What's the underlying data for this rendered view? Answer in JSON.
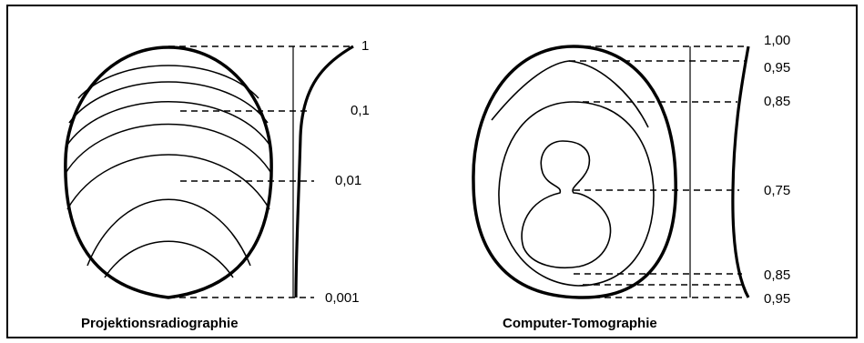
{
  "left_panel": {
    "caption": "Projektionsradiographie",
    "scale_labels": [
      "1",
      "0,1",
      "0,01",
      "0,001"
    ]
  },
  "right_panel": {
    "caption": "Computer-Tomographie",
    "scale_labels": [
      "1,00",
      "0,95",
      "0,85",
      "0,75",
      "0,85",
      "0,95"
    ]
  }
}
